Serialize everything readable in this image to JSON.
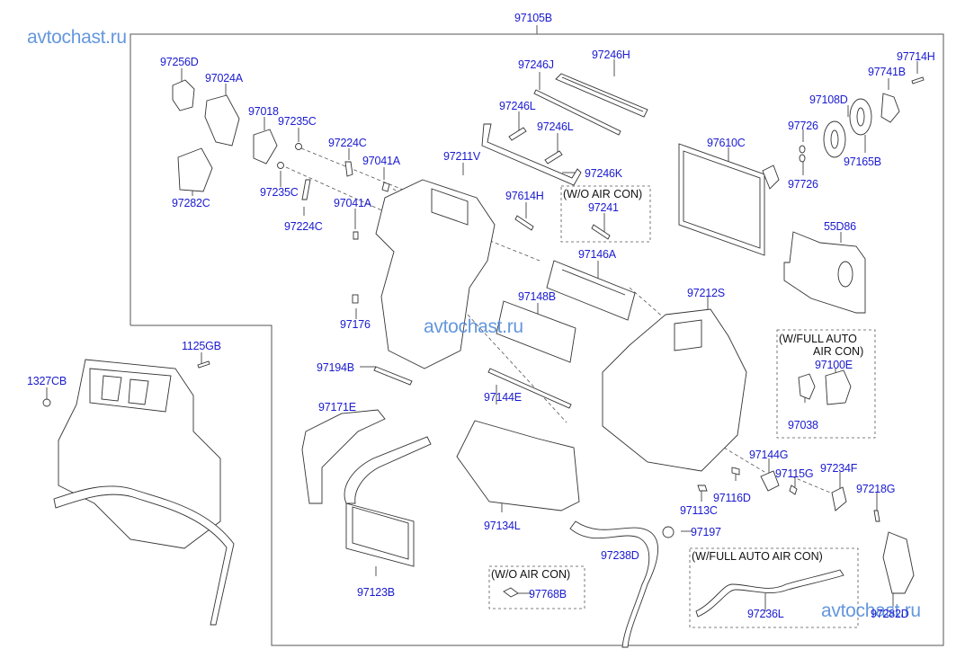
{
  "watermark": "avtochast.ru",
  "assembly_label": "97105B",
  "colors": {
    "label": "#1a1ad0",
    "note": "#111111",
    "watermark": "#4a86d8",
    "line": "#555555"
  },
  "notes": {
    "wo_air_con_1": "(W/O AIR CON)",
    "wo_air_con_2": "(W/O AIR CON)",
    "w_full_auto_1a": "(W/FULL AUTO",
    "w_full_auto_1b": "AIR CON)",
    "w_full_auto_2": "(W/FULL AUTO AIR CON)"
  },
  "parts": {
    "p97256D": "97256D",
    "p97024A": "97024A",
    "p97018": "97018",
    "p97235C_a": "97235C",
    "p97235C_b": "97235C",
    "p97282C": "97282C",
    "p97224C_a": "97224C",
    "p97224C_b": "97224C",
    "p97041A_a": "97041A",
    "p97041A_b": "97041A",
    "p97211V": "97211V",
    "p97246J": "97246J",
    "p97246H": "97246H",
    "p97246L_a": "97246L",
    "p97246L_b": "97246L",
    "p97246K": "97246K",
    "p97614H": "97614H",
    "p97241": "97241",
    "p97146A": "97146A",
    "p97148B": "97148B",
    "p97176": "97176",
    "p97194B": "97194B",
    "p97144E": "97144E",
    "p97171E": "97171E",
    "p97123B": "97123B",
    "p97134L": "97134L",
    "p97768B": "97768B",
    "p97238D": "97238D",
    "p97197": "97197",
    "p97236L": "97236L",
    "p97282D": "97282D",
    "p97113C": "97113C",
    "p97116D": "97116D",
    "p97144G": "97144G",
    "p97115G": "97115G",
    "p97234F": "97234F",
    "p97218G": "97218G",
    "p97212S": "97212S",
    "p97038": "97038",
    "p97100E": "97100E",
    "p55D86": "55D86",
    "p97610C": "97610C",
    "p97726_a": "97726",
    "p97726_b": "97726",
    "p97108D": "97108D",
    "p97165B": "97165B",
    "p97741B": "97741B",
    "p97714H": "97714H",
    "p1125GB": "1125GB",
    "p1327CB": "1327CB"
  }
}
